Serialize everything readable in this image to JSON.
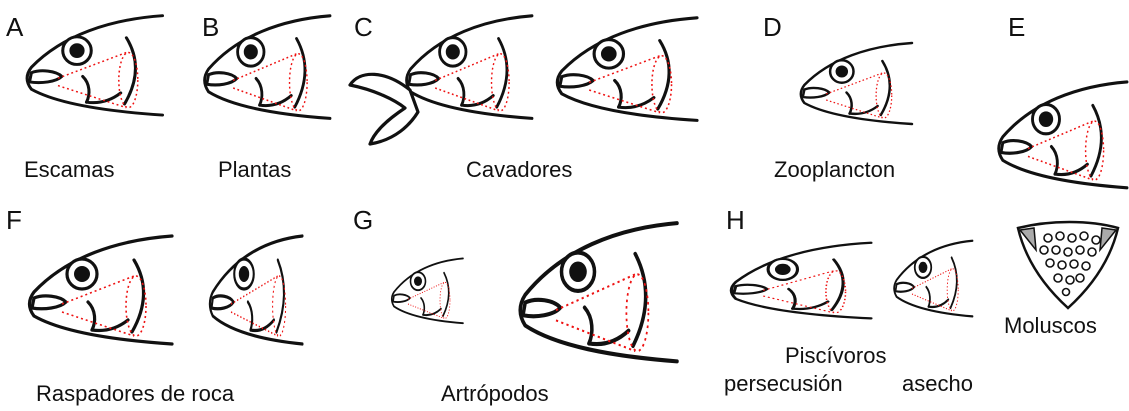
{
  "panels": [
    {
      "letter": "A",
      "caption": "Escamas"
    },
    {
      "letter": "B",
      "caption": "Plantas"
    },
    {
      "letter": "C",
      "caption": "Cavadores"
    },
    {
      "letter": "D",
      "caption": "Zooplancton"
    },
    {
      "letter": "E",
      "caption": ""
    },
    {
      "letter": "F",
      "caption": "Raspadores de roca"
    },
    {
      "letter": "G",
      "caption": "Artrópodos"
    },
    {
      "letter": "H",
      "caption": "Piscívoros",
      "sub_captions": [
        "persecusión",
        "asecho"
      ]
    }
  ],
  "extra_labels": {
    "moluscos": "Moluscos"
  },
  "colors": {
    "outline": "#111111",
    "feeding_cone": "#e11111",
    "background": "#ffffff"
  },
  "icons": [
    "fish-head-icon",
    "pharyngeal-jaw-icon"
  ]
}
